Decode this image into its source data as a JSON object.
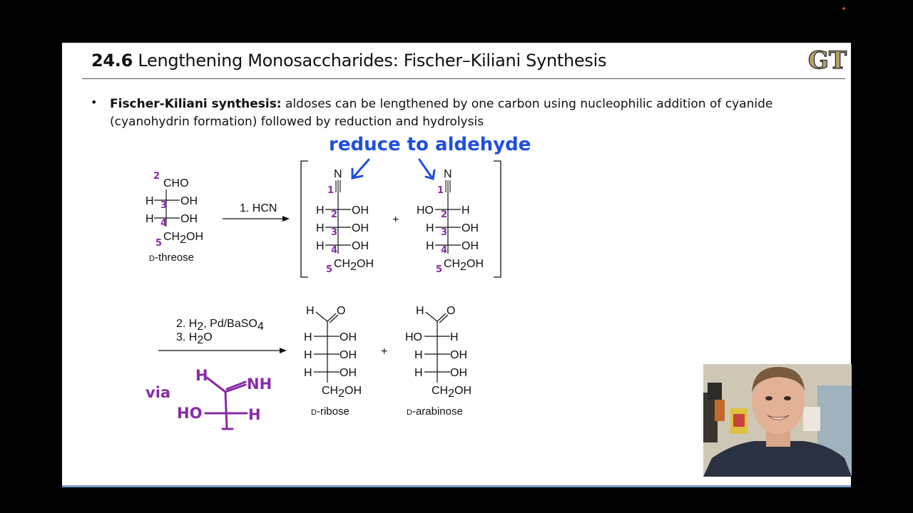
{
  "slide": {
    "title_number": "24.6",
    "title_text": "Lengthening Monosaccharides: Fischer–Kiliani Synthesis",
    "logo_text": "GT",
    "bullet_term": "Fischer-Kiliani synthesis:",
    "bullet_body": " aldoses can be lengthened by one carbon using nucleophilic addition of cyanide (cyanohydrin formation) followed by reduction and hydrolysis"
  },
  "annotation": {
    "reduce": "reduce to aldehyde",
    "via": "via",
    "via_H_top": "H",
    "via_NH": "NH",
    "via_HO": "HO",
    "via_H_right": "H"
  },
  "threose": {
    "cho": "CHO",
    "h": "H",
    "oh": "OH",
    "ch2oh_pre": "CH",
    "ch2oh_sub": "2",
    "ch2oh_post": "OH",
    "name_small": "D",
    "name_rest": "-threose",
    "num2": "2",
    "num3": "3",
    "num4": "4",
    "num5": "5"
  },
  "step1": {
    "label": "1. HCN"
  },
  "cyanohydrin": {
    "n": "N",
    "h": "H",
    "oh": "OH",
    "ho": "HO",
    "plus": "+",
    "ch2oh_pre": "CH",
    "ch2oh_sub": "2",
    "ch2oh_post": "OH",
    "num1": "1",
    "num2": "2",
    "num3": "3",
    "num4": "4",
    "num5": "5"
  },
  "step23": {
    "s2_pre": "2. H",
    "s2_sub": "2",
    "s2_mid": ", Pd/BaSO",
    "s2_sub2": "4",
    "s3_pre": "3. H",
    "s3_sub": "2",
    "s3_post": "O"
  },
  "products": {
    "h": "H",
    "o": "O",
    "oh": "OH",
    "ho": "HO",
    "plus": "+",
    "ch2oh_pre": "CH",
    "ch2oh_sub": "2",
    "ch2oh_post": "OH",
    "ribose_small": "D",
    "ribose_rest": "-ribose",
    "arabinose_small": "D",
    "arabinose_rest": "-arabinose"
  },
  "colors": {
    "annotation_blue": "#1f4fe0",
    "annotation_purple": "#8a2aa8",
    "logo_gold": "#b3a369"
  }
}
